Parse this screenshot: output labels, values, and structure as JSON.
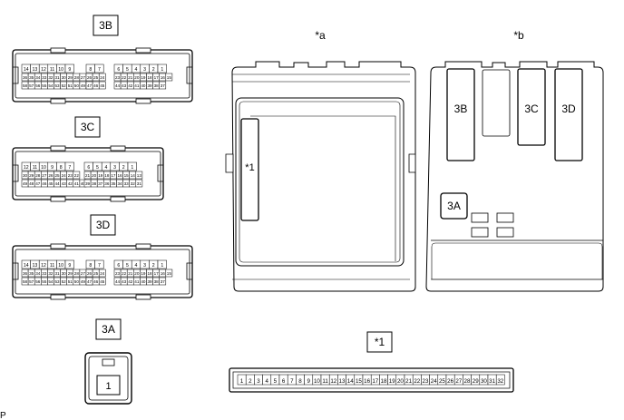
{
  "labels": {
    "c3B": "3B",
    "c3C": "3C",
    "c3D": "3D",
    "c3A": "3A",
    "c1": "*1",
    "view_a": "*a",
    "view_b": "*b",
    "box_star1": "*1",
    "box_3B": "3B",
    "box_3C": "3C",
    "box_3D": "3D",
    "box_3A": "3A",
    "pin_1": "1",
    "corner": "P"
  },
  "pins": {
    "c3B": {
      "top": [
        [
          "14",
          "13",
          "12",
          "11",
          "10",
          "9"
        ],
        [
          "8",
          "7"
        ],
        [
          "6",
          "5",
          "4",
          "3",
          "2",
          "1"
        ]
      ],
      "mid": [
        [
          "36",
          "35",
          "34",
          "33",
          "32",
          "31",
          "30",
          "29",
          "28",
          "27"
        ],
        [
          "26",
          "25",
          "24"
        ],
        [
          "23",
          "22",
          "21",
          "20",
          "19",
          "18",
          "17",
          "16",
          "15"
        ]
      ],
      "bot": [
        [
          "58",
          "57",
          "56",
          "55",
          "54",
          "53",
          "52",
          "51",
          "50",
          "49",
          "48"
        ],
        [
          "47",
          "46",
          "45"
        ],
        [
          "44",
          "43",
          "42",
          "41",
          "40",
          "39",
          "38",
          "37"
        ]
      ]
    },
    "c3C": {
      "top": [
        [
          "12",
          "11",
          "10",
          "9",
          "8",
          "7"
        ],
        [
          "6",
          "5",
          "4",
          "3",
          "2",
          "1"
        ]
      ],
      "mid": [
        [
          "30",
          "29",
          "28",
          "27",
          "26",
          "25",
          "24",
          "23",
          "22"
        ],
        [
          "21",
          "20",
          "19",
          "18",
          "17",
          "16",
          "15",
          "14",
          "13"
        ]
      ],
      "bot": [
        [
          "49",
          "48",
          "47",
          "46",
          "45",
          "44",
          "43",
          "42",
          "41",
          "40"
        ],
        [
          "39",
          "38",
          "37",
          "36",
          "35",
          "34",
          "33",
          "32",
          "31"
        ]
      ]
    },
    "c3D": {
      "top": [
        [
          "14",
          "13",
          "12",
          "11",
          "10",
          "9"
        ],
        [
          "8",
          "7"
        ],
        [
          "6",
          "5",
          "4",
          "3",
          "2",
          "1"
        ]
      ],
      "mid": [
        [
          "36",
          "35",
          "34",
          "33",
          "32",
          "31",
          "30",
          "29",
          "28",
          "27"
        ],
        [
          "26",
          "25",
          "24"
        ],
        [
          "23",
          "22",
          "21",
          "20",
          "19",
          "18",
          "17",
          "16",
          "15"
        ]
      ],
      "bot": [
        [
          "58",
          "57",
          "56",
          "55",
          "54",
          "53",
          "52",
          "51",
          "50",
          "49",
          "48"
        ],
        [
          "47",
          "46",
          "45"
        ],
        [
          "44",
          "43",
          "42",
          "41",
          "40",
          "39",
          "38",
          "37"
        ]
      ]
    },
    "c1": [
      "1",
      "2",
      "3",
      "4",
      "5",
      "6",
      "7",
      "8",
      "9",
      "10",
      "11",
      "12",
      "13",
      "14",
      "15",
      "16",
      "17",
      "18",
      "19",
      "20",
      "21",
      "22",
      "23",
      "24",
      "25",
      "26",
      "27",
      "28",
      "29",
      "30",
      "31",
      "32"
    ]
  }
}
